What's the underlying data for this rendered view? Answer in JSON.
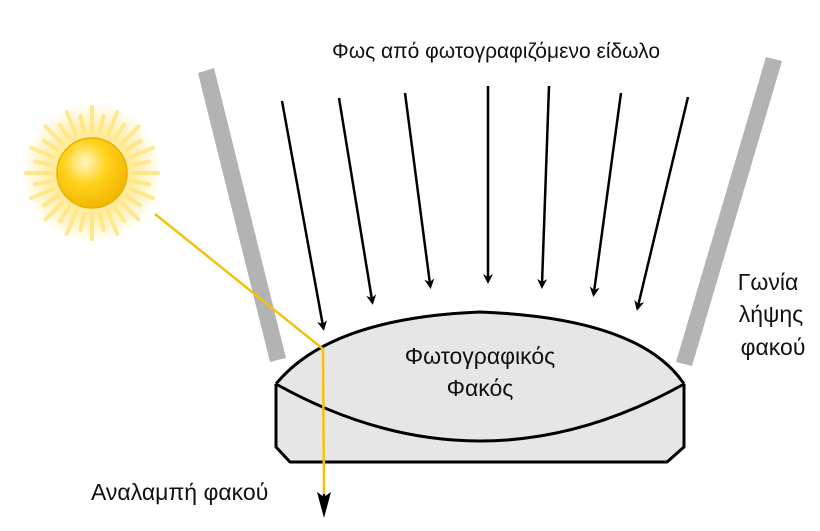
{
  "diagram": {
    "top_caption": "Φως από φωτογραφιζόμενο είδωλο",
    "lens_label_line1": "Φωτογραφικός",
    "lens_label_line2": "Φακός",
    "angle_label_line1": "Γωνία",
    "angle_label_line2": "λήψης",
    "angle_label_line3": "φακού",
    "flare_label": "Αναλαμπή φακού",
    "colors": {
      "light_rays": "#000000",
      "flare_ray": "#f4c20d",
      "angle_bars": "#b3b3b3",
      "lens_fill": "#e6e6e6",
      "lens_stroke": "#000000",
      "sun_core": "#ffd21a",
      "sun_glow": "#ffe680"
    }
  }
}
